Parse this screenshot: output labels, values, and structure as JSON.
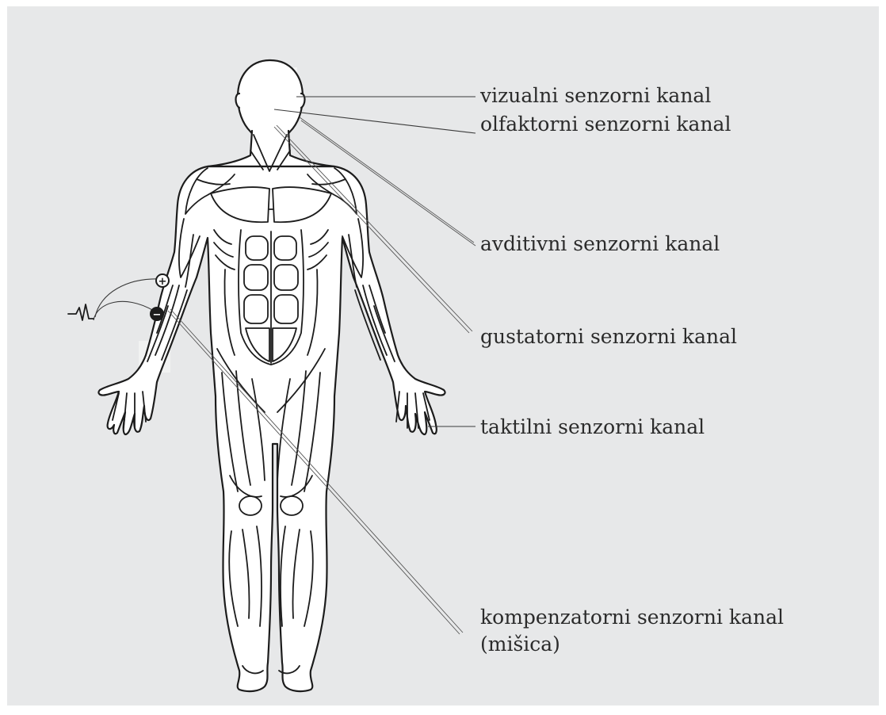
{
  "labels": {
    "visual": "vizualni senzorni kanal",
    "olfactory": "olfaktorni senzorni kanal",
    "auditory": "avditivni senzorni kanal",
    "gustatory": "gustatorni senzorni kanal",
    "tactile": "taktilni senzorni kanal",
    "compensatory_line1": "kompenzatorni senzorni kanal",
    "compensatory_line2": "(mišica)"
  },
  "electrodes": {
    "positive_symbol": "+",
    "negative_symbol": "−"
  },
  "colors": {
    "background": "#e7e8e9",
    "outline": "#1c1c1c",
    "text": "#2b2b2b",
    "highlight": "#ffffff"
  }
}
